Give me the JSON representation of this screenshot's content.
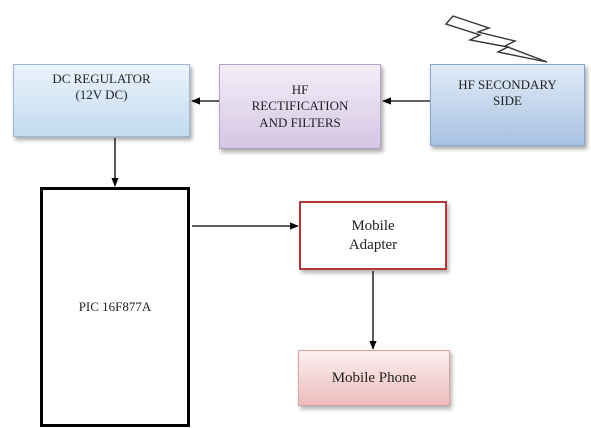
{
  "blocks": {
    "dc_regulator": {
      "line1": "DC REGULATOR",
      "line2": "(12V DC)"
    },
    "hf_rectification": {
      "line1": "HF",
      "line2": "RECTIFICATION",
      "line3": "AND FILTERS"
    },
    "hf_secondary": {
      "line1": "HF SECONDARY",
      "line2": "SIDE"
    },
    "pic": {
      "label": "PIC 16F877A"
    },
    "mobile_adapter": {
      "line1": "Mobile",
      "line2": "Adapter"
    },
    "mobile_phone": {
      "label": "Mobile Phone"
    }
  },
  "icons": {
    "wireless": "lightning-bolt-icon"
  },
  "colors": {
    "dc_regulator_fill": "#c3daf0",
    "hf_rectification_fill": "#d5c6e4",
    "hf_secondary_fill": "#a7c2e2",
    "adapter_border": "#b03838",
    "phone_fill": "#edbcbc",
    "wire": "#000000"
  }
}
